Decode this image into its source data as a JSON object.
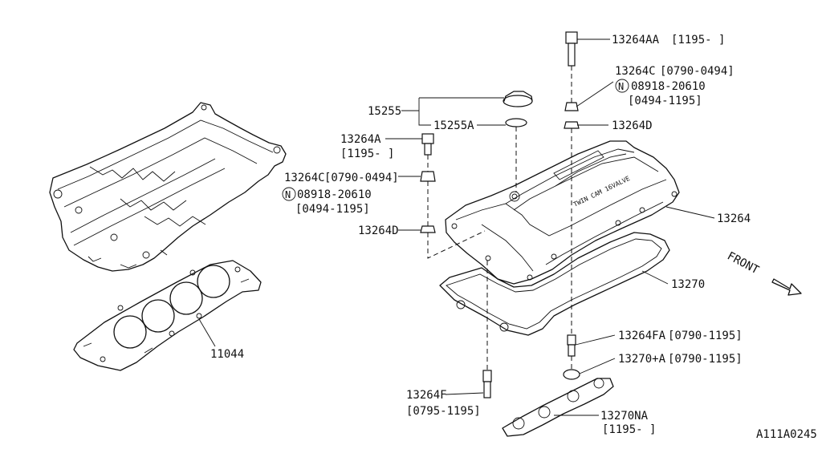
{
  "labels": {
    "p13264AA": "13264AA",
    "p13264AA_range": "[1195-    ]",
    "p13264C_r": "13264C",
    "p13264C_r_range": "[0790-0494]",
    "p08918_r": "08918-20610",
    "p08918_r_range": "[0494-1195]",
    "n_symbol": "N",
    "p15255": "15255",
    "p15255A": "15255A",
    "p13264D_r": "13264D",
    "p13264A": "13264A",
    "p13264A_range": "[1195-    ]",
    "p13264C_l": "13264C",
    "p13264C_l_range": "[0790-0494]",
    "p08918_l": "08918-20610",
    "p08918_l_range": "[0494-1195]",
    "p13264D_l": "13264D",
    "p13264": "13264",
    "p13270": "13270",
    "front": "FRONT",
    "p11044": "11044",
    "p13264FA": "13264FA",
    "p13264FA_range": "[0790-1195]",
    "p13270A": "13270+A",
    "p13270A_range": "[0790-1195]",
    "p13264F": "13264F",
    "p13264F_range": "[0795-1195]",
    "p13270NA": "13270NA",
    "p13270NA_range": "[1195-    ]",
    "diagram_code": "A111A0245",
    "cover_text_1": "TWIN CAM 16VALVE"
  }
}
